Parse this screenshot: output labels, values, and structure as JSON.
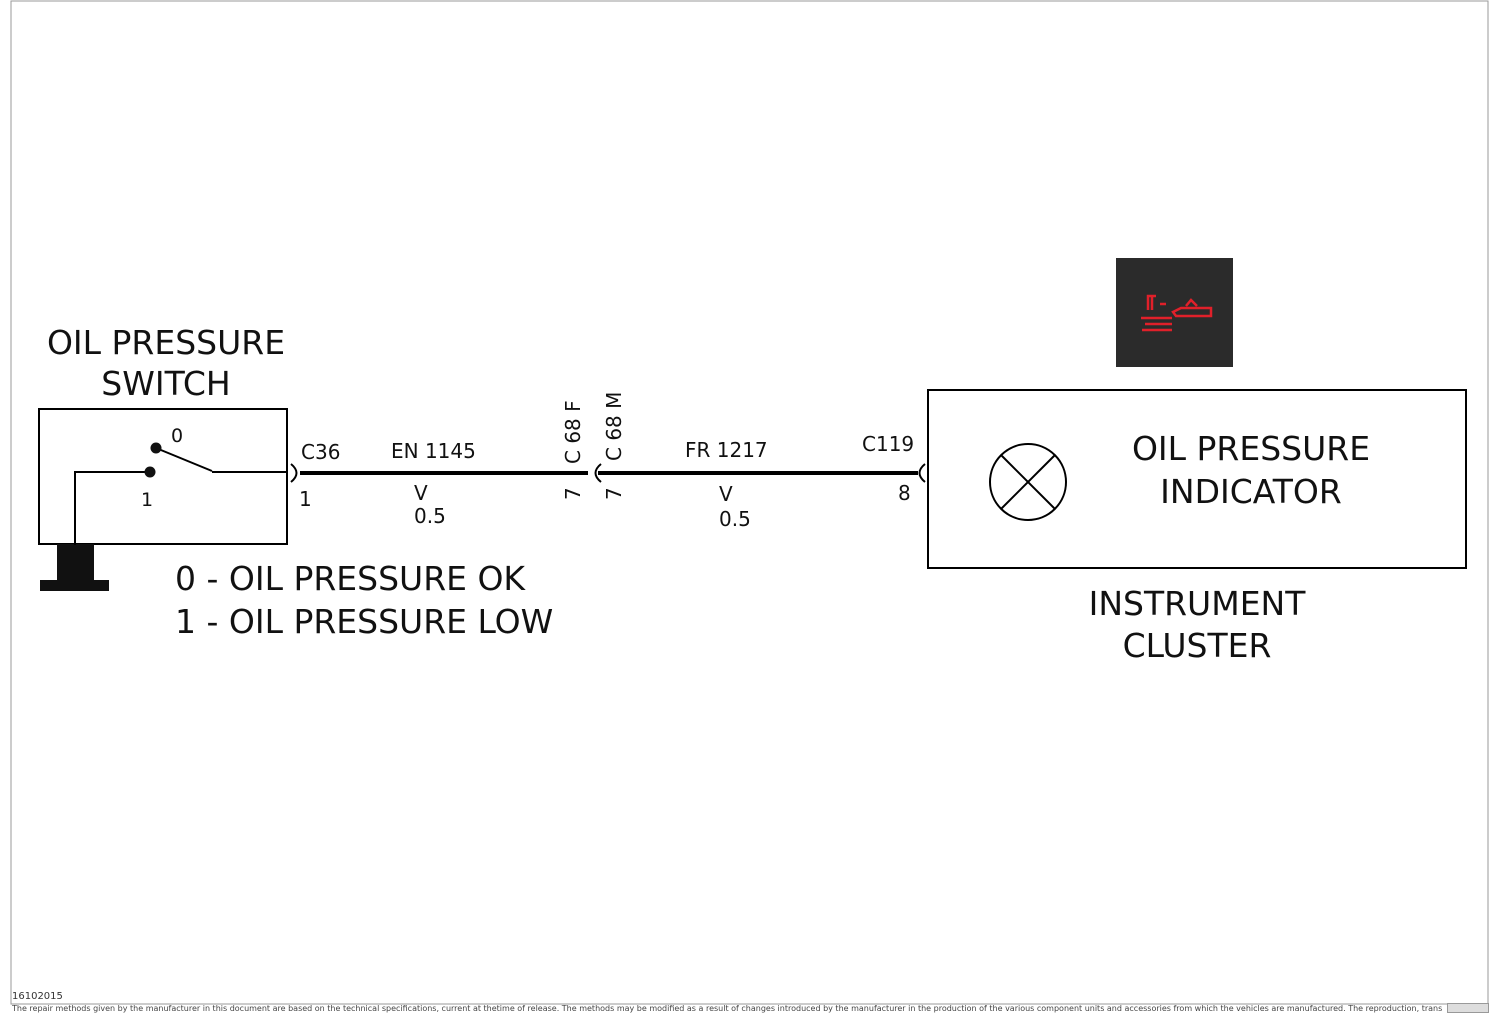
{
  "oil_pressure_switch": {
    "title_line1": "OIL PRESSURE",
    "title_line2": "SWITCH",
    "contact_0": "0",
    "contact_1": "1"
  },
  "legend": {
    "line1": "0 - OIL PRESSURE OK",
    "line2": "1 - OIL PRESSURE LOW"
  },
  "connectors": {
    "c36": {
      "name": "C36",
      "pin": "1"
    },
    "c68f": {
      "name": "C 68 F",
      "pin": "7"
    },
    "c68m": {
      "name": "C 68 M",
      "pin": "7"
    },
    "c119": {
      "name": "C119",
      "pin": "8"
    }
  },
  "wires": {
    "wire1": {
      "id": "EN 1145",
      "color": "V",
      "size": "0.5"
    },
    "wire2": {
      "id": "FR 1217",
      "color": "V",
      "size": "0.5"
    }
  },
  "instrument_cluster": {
    "indicator_line1": "OIL PRESSURE",
    "indicator_line2": "INDICATOR",
    "cluster_line1": "INSTRUMENT",
    "cluster_line2": "CLUSTER",
    "warning_icon": "oil-pressure-warning-icon",
    "warning_icon_color": "#e0202a",
    "warning_icon_bg": "#2b2b2b"
  },
  "footer": {
    "doc_id": "16102015",
    "disclaimer": "The repair methods given by the manufacturer in this document are based on the technical specifications, current at thetime of release. The methods may be modified as a result of changes introduced by the manufacturer in the production of the various component units and accessories from which the vehicles are manufactured. The reproduction, translation"
  }
}
